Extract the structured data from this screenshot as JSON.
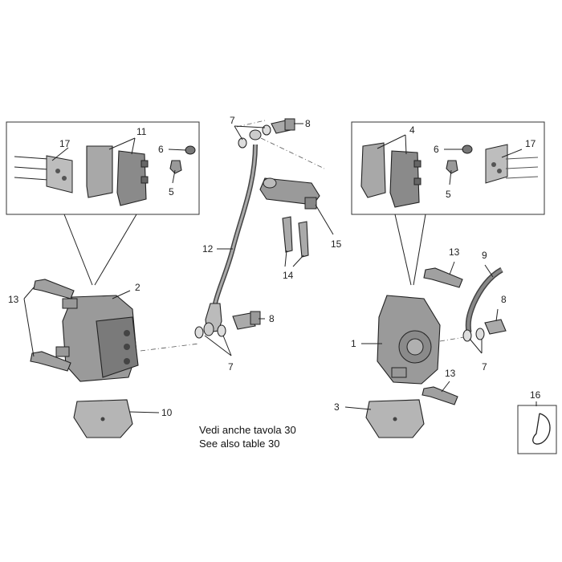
{
  "labels": {
    "l1": "1",
    "l2": "2",
    "l3": "3",
    "l4": "4",
    "l5a": "5",
    "l5b": "5",
    "l6a": "6",
    "l6b": "6",
    "l7a": "7",
    "l7b": "7",
    "l7c": "7",
    "l8a": "8",
    "l8b": "8",
    "l8c": "8",
    "l9": "9",
    "l10": "10",
    "l11": "11",
    "l12": "12",
    "l13a": "13",
    "l13b": "13",
    "l13c": "13",
    "l14": "14",
    "l15": "15",
    "l16": "16",
    "l17a": "17",
    "l17b": "17"
  },
  "note": {
    "line1": "Vedi anche tavola 30",
    "line2": "See also table 30"
  },
  "colors": {
    "part_fill": "#9a9a9a",
    "part_dark": "#6e6e6e",
    "part_light": "#c4c4c4"
  }
}
